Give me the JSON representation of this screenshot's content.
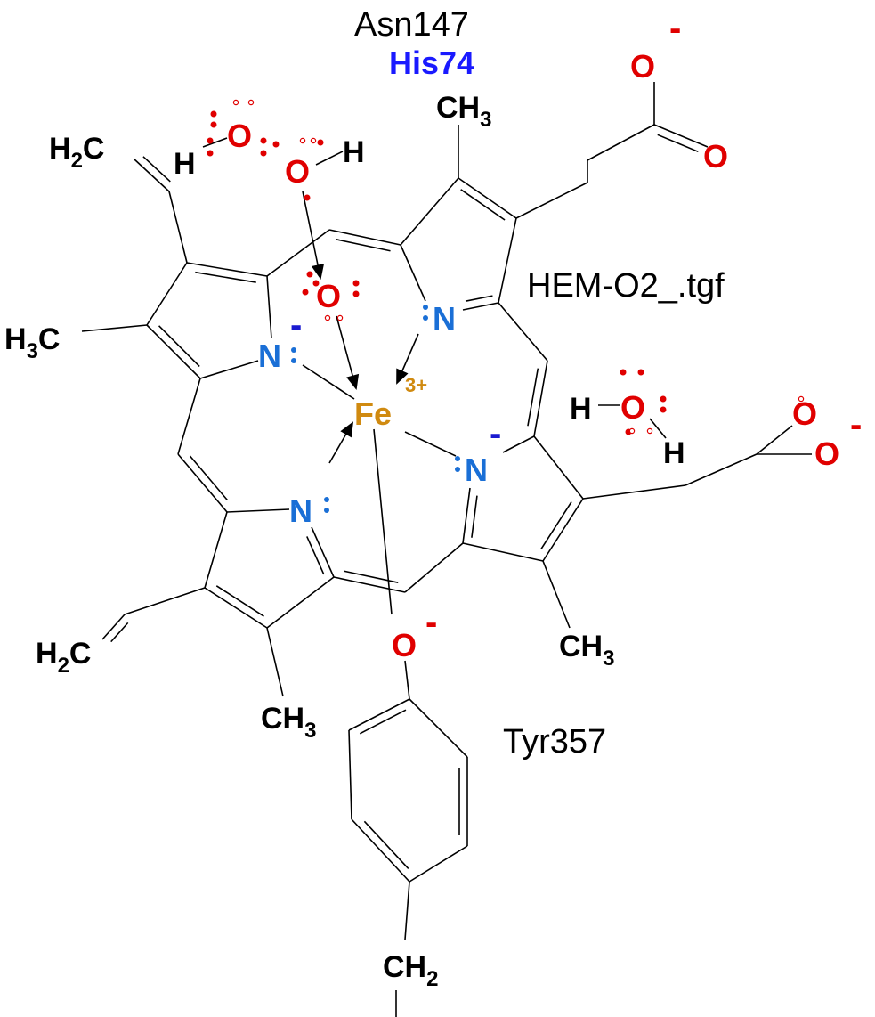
{
  "labels": {
    "asn": "Asn147",
    "his": "His74",
    "file": "HEM-O2_.tgf",
    "tyr": "Tyr357",
    "fe": "Fe",
    "fe_charge": "3+",
    "n_tl": "N",
    "n_tr": "N",
    "n_br": "N",
    "n_bl": "N",
    "minus": "-",
    "ch3": "CH",
    "h2c": "H",
    "c": "C",
    "o": "O",
    "h": "H",
    "sub3": "3",
    "sub2": "2"
  },
  "colors": {
    "nitrogen": "#1a6fd6",
    "oxygen": "#e00000",
    "iron": "#d08a10",
    "his": "#1a1aff",
    "bond": "#000000"
  }
}
